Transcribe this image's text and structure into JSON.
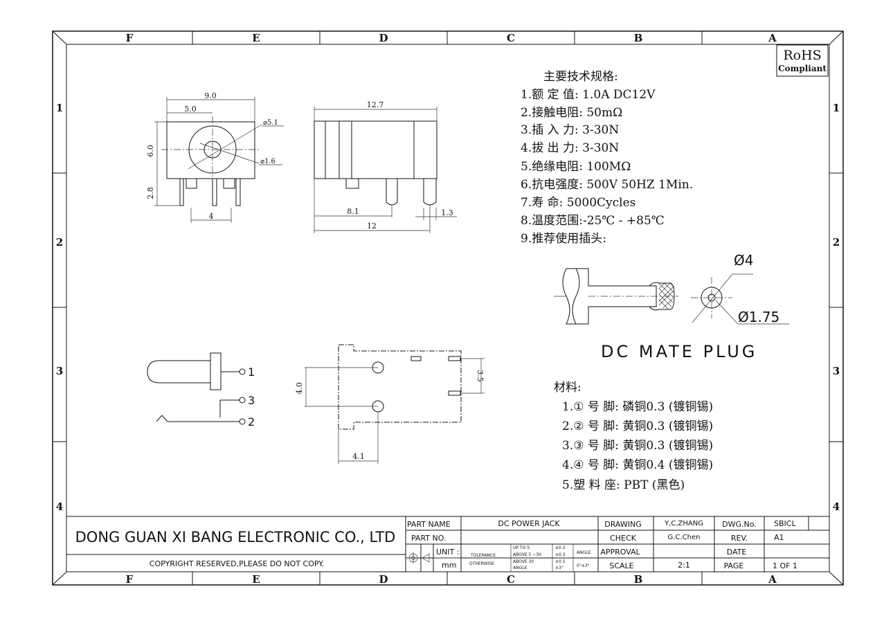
{
  "grid": {
    "columns": [
      "F",
      "E",
      "D",
      "C",
      "B",
      "A"
    ],
    "rows": [
      "1",
      "2",
      "3",
      "4"
    ]
  },
  "rohs": {
    "line1": "RoHS",
    "line2": "Compliant"
  },
  "specs": {
    "title": "主要技术规格:",
    "items": [
      "1.额 定 值: 1.0A DC12V",
      "2.接触电阻: 50mΩ",
      "3.插 入 力: 3-30N",
      "4.拔 出 力: 3-30N",
      "5.绝缘电阻: 100MΩ",
      "6.抗电强度: 500V 50HZ 1Min.",
      "7.寿 命: 5000Cycles",
      "8.温度范围:-25℃ - +85℃",
      "9.推荐使用插头:"
    ]
  },
  "plug": {
    "label": "DC MATE PLUG",
    "dim_outer": "Ø4",
    "dim_inner": "Ø1.75"
  },
  "materials": {
    "title": "材料:",
    "items": [
      "1.① 号 脚: 磷铜0.3 (镀铜锡)",
      "2.② 号 脚: 黄铜0.3 (镀铜锡)",
      "3.③ 号 脚: 黄铜0.3 (镀铜锡)",
      "4.④ 号 脚: 黄铜0.4 (镀铜锡)",
      "5.塑 料 座: PBT (黑色)"
    ]
  },
  "views": {
    "front": {
      "w": "9.0",
      "half": "5.0",
      "h": "6.0",
      "pin": "2.8",
      "pitch": "4",
      "d1": "⌀5.1",
      "d2": "⌀1.6"
    },
    "side": {
      "len": "12.7",
      "a": "8.1",
      "b": "12",
      "c": "1.3"
    },
    "schematic": {
      "p1": "1",
      "p2": "2",
      "p3": "3"
    },
    "bottom": {
      "h": "4.0",
      "w": "3.5",
      "off": "4.1"
    }
  },
  "title_block": {
    "company": "DONG GUAN XI BANG ELECTRONIC CO., LTD",
    "copyright": "COPYRIGHT RESERVED,PLEASE DO NOT COPY.",
    "part_name_label": "PART NAME",
    "part_name": "DC POWER JACK",
    "part_no_label": "PART NO.",
    "unit_label": "UNIT :",
    "unit": "mm",
    "tolerance": "TOLERANCE",
    "otherwise": "OTHERWISE",
    "tol_rows": [
      {
        "range": "UP TO 5",
        "val": "±0.2"
      },
      {
        "range": "ABOVE 5 ~30",
        "val": "±0.3"
      },
      {
        "range": "ABOVE 30",
        "val": "±0.5"
      },
      {
        "range": "ANGLE",
        "val": "±3°"
      }
    ],
    "angle_label": "ANGLE",
    "angle_val": "0°±3°",
    "drawing_label": "DRAWING",
    "drawing": "Y,C,ZHANG",
    "check_label": "CHECK",
    "check": "G.C.Chen",
    "approval_label": "APPROVAL",
    "scale_label": "SCALE",
    "scale": "2:1",
    "dwg_label": "DWG.No.",
    "dwg": "SBICL",
    "rev_label": "REV.",
    "rev": "A1",
    "date_label": "DATE",
    "page_label": "PAGE",
    "page": "1 OF 1"
  }
}
